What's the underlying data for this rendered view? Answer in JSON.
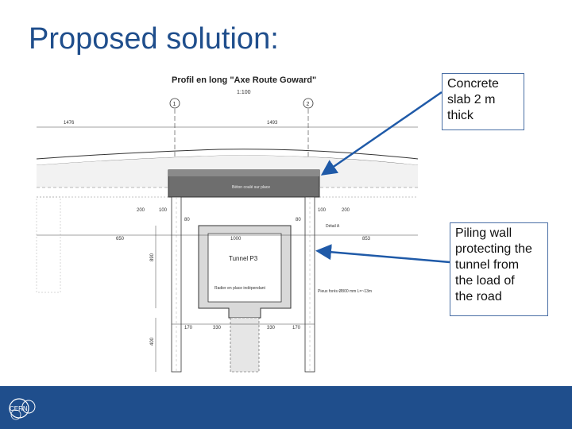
{
  "slide": {
    "title": "Proposed solution:",
    "colors": {
      "title": "#1f4e8c",
      "footer": "#1f4e8c",
      "callout_border": "#4a6fa5",
      "arrow": "#1f5aa8"
    }
  },
  "drawing": {
    "title": "Profil en long \"Axe Route Goward\"",
    "scale": "1:100",
    "axis_1": "1",
    "axis_2": "2",
    "tunnel_label": "Tunnel P3",
    "dims": {
      "d1476": "1476",
      "d1493": "1493",
      "d1000": "1000",
      "d650": "650",
      "d853": "853",
      "d200a": "200",
      "d200b": "200",
      "d100a": "100",
      "d100b": "100",
      "d170a": "170",
      "d170b": "170",
      "d330a": "330",
      "d330b": "330",
      "d80a": "80",
      "d80b": "80",
      "d890": "890",
      "d400": "400"
    },
    "notes": {
      "slab": "Béton coulé sur place",
      "pieux": "Pieux forés Ø800 mm L=~13m",
      "radier": "Radier en place indépendant",
      "detail": "Détail A"
    }
  },
  "callouts": [
    {
      "lines": [
        "Concrete",
        "slab 2 m",
        "thick"
      ]
    },
    {
      "lines": [
        "Piling wall",
        "protecting the",
        "tunnel from",
        "the load of",
        "the road"
      ]
    }
  ],
  "logo": {
    "text": "CERN",
    "icon": "cern-logo-icon"
  }
}
